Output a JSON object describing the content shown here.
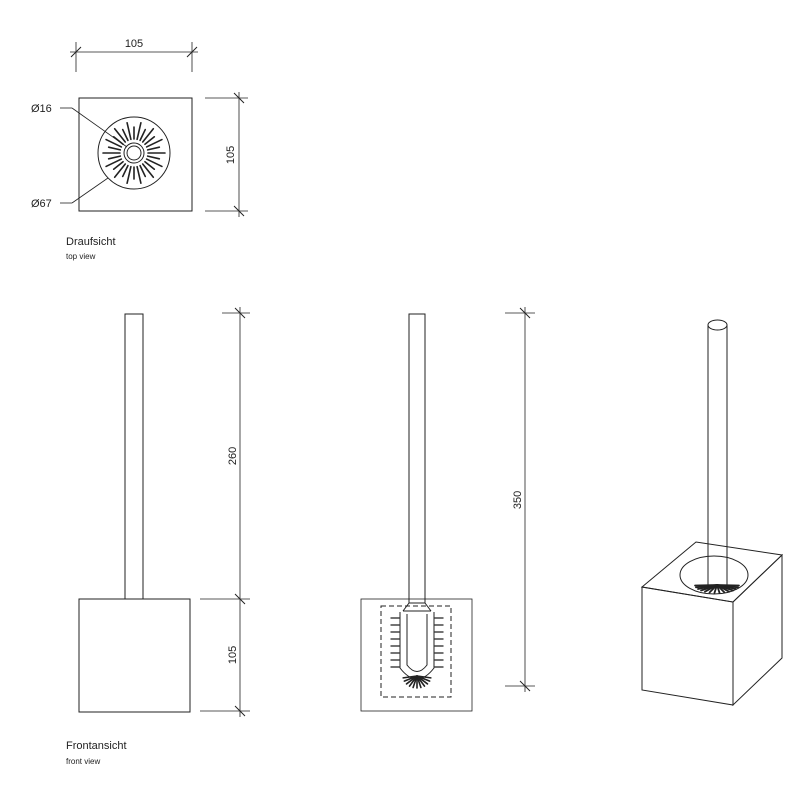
{
  "top_view": {
    "title": "Draufsicht",
    "subtitle": "top view",
    "width_label": "105",
    "depth_label": "105",
    "inner_diameter_label": "Ø16",
    "outer_diameter_label": "Ø67"
  },
  "front_view": {
    "title": "Frontansicht",
    "subtitle": "front view",
    "handle_height_label": "260",
    "base_height_label": "105",
    "total_height_label": "350"
  }
}
